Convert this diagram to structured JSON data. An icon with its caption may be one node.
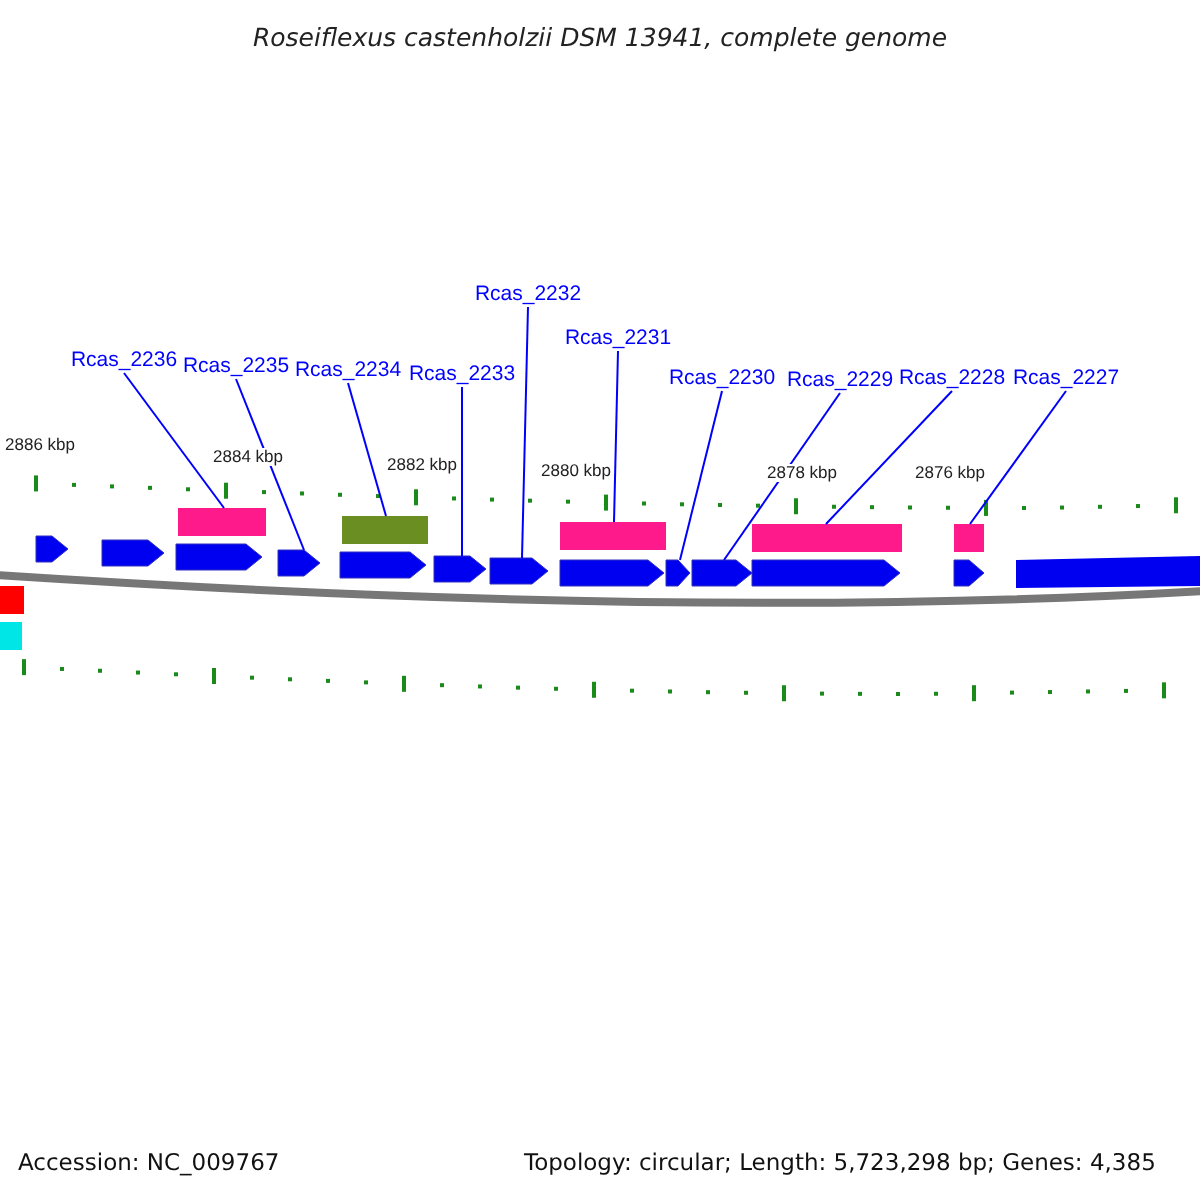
{
  "diagram": {
    "title": "Roseiflexus castenholzii DSM 13941, complete genome",
    "nodes": [
      {
        "text": [
          "Rcas_2236"
        ]
      },
      {
        "text": [
          "Rcas_2235"
        ]
      },
      {
        "text": [
          "Rcas_2234"
        ]
      },
      {
        "text": [
          "Rcas_2233"
        ]
      },
      {
        "text": [
          "Rcas_2232"
        ]
      },
      {
        "text": [
          "Rcas_2231"
        ]
      },
      {
        "text": [
          "Rcas_2230"
        ]
      },
      {
        "text": [
          "Rcas_2229"
        ]
      },
      {
        "text": [
          "Rcas_2228"
        ]
      },
      {
        "text": [
          "Rcas_2227"
        ]
      },
      {
        "text": [],
        "shape": "arrow"
      },
      {
        "text": [],
        "shape": "arrow"
      },
      {
        "text": [],
        "shape": "arrow"
      },
      {
        "text": [],
        "shape": "arrow"
      },
      {
        "text": [],
        "shape": "arrow"
      },
      {
        "text": [],
        "shape": "arrow"
      },
      {
        "text": [],
        "shape": "arrow"
      },
      {
        "text": [],
        "shape": "arrow"
      },
      {
        "text": [],
        "shape": "arrow"
      },
      {
        "text": [],
        "shape": "arrow"
      }
    ],
    "edges": [
      {
        "from": 0,
        "to": 10,
        "arrow": "none"
      },
      {
        "from": 1,
        "to": 11,
        "arrow": "none"
      },
      {
        "from": 2,
        "to": 12,
        "arrow": "none"
      },
      {
        "from": 3,
        "to": 13,
        "arrow": "none"
      },
      {
        "from": 4,
        "to": 14,
        "arrow": "none"
      },
      {
        "from": 5,
        "to": 15,
        "arrow": "none"
      },
      {
        "from": 6,
        "to": 16,
        "arrow": "none"
      },
      {
        "from": 7,
        "to": 17,
        "arrow": "none"
      },
      {
        "from": 8,
        "to": 18,
        "arrow": "none"
      },
      {
        "from": 9,
        "to": 19,
        "arrow": "none"
      }
    ],
    "labels": [
      "2886 kbp",
      "2884 kbp",
      "2882 kbp",
      "2880 kbp",
      "2878 kbp",
      "2876 kbp",
      "Accession: NC_009767",
      "Topology: circular; Length: 5,723,298 bp; Genes: 4,385"
    ]
  }
}
